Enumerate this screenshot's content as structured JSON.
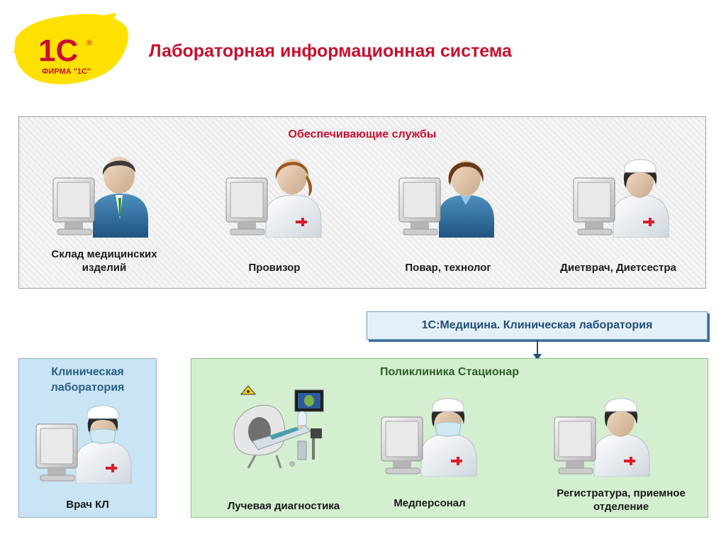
{
  "header": {
    "title": "Лабораторная информационная система",
    "logo": {
      "text_main": "1С",
      "text_sub": "ФИРМА \"1С\"",
      "registered": "®"
    }
  },
  "top_panel": {
    "title": "Обеспечивающие службы",
    "roles": [
      {
        "label": "Склад медицинских изделий",
        "icon": "user-businessman-icon"
      },
      {
        "label": "Провизор",
        "icon": "pharmacist-icon"
      },
      {
        "label": "Повар, технолог",
        "icon": "user-woman-icon"
      },
      {
        "label": "Диетврач, Диетсестра",
        "icon": "nurse-icon"
      }
    ]
  },
  "system_box": {
    "label": "1С:Медицина. Клиническая лаборатория"
  },
  "lab_panel": {
    "title": "Клиническая лаборатория",
    "role": {
      "label": "Врач КЛ",
      "icon": "masked-nurse-icon"
    }
  },
  "clinic_panel": {
    "title": "Поликлиника Стационар",
    "roles": [
      {
        "label": "Лучевая диагностика",
        "icon": "ct-scanner-icon"
      },
      {
        "label": "Медперсонал",
        "icon": "masked-nurse-icon"
      },
      {
        "label": "Регистратура, приемное отделение",
        "icon": "nurse-icon"
      }
    ]
  },
  "colors": {
    "title_red": "#c8102e",
    "system_blue": "#1e4f7a",
    "lab_bg": "#c9e4f5",
    "clinic_bg": "#d4efd0",
    "logo_yellow": "#ffe100"
  }
}
